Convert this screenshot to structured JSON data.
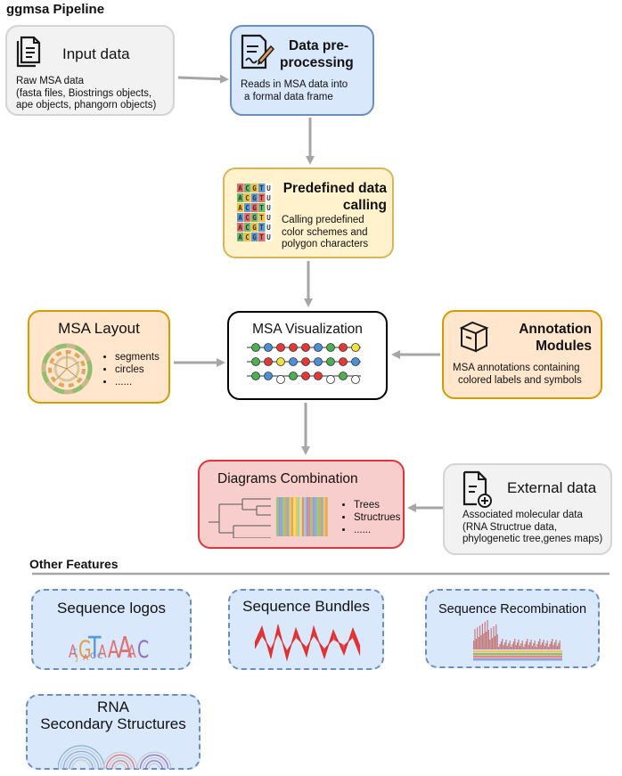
{
  "pipeline_title": "ggmsa Pipeline",
  "input": {
    "title": "Input data",
    "desc": [
      "Raw MSA data",
      "(fasta files, Biostrings objects,",
      "ape objects, phangorn objects)"
    ]
  },
  "preprocess": {
    "title": [
      "Data pre-",
      "processing"
    ],
    "desc": [
      "Reads in MSA data into",
      "a formal data frame"
    ]
  },
  "predefined": {
    "title": [
      "Predefined data",
      "calling"
    ],
    "desc": [
      "Calling predefined",
      "color schemes and",
      "polygon characters"
    ],
    "logo_rows": [
      "ACGTU",
      "ACGTU",
      "ACGTU",
      "ACGTU",
      "ACGTU",
      "ACGTU"
    ]
  },
  "layout": {
    "title": "MSA Layout",
    "items": [
      "segments",
      "circles",
      "......"
    ]
  },
  "visualization": {
    "title": "MSA Visualization"
  },
  "annotation": {
    "title": [
      "Annotation",
      "Modules"
    ],
    "desc": [
      "MSA annotations containing",
      "colored labels and symbols"
    ]
  },
  "combination": {
    "title": "Diagrams Combination",
    "items": [
      "Trees",
      "Structrues",
      "......"
    ]
  },
  "external": {
    "title": "External data",
    "desc": [
      "Associated molecular data",
      "(RNA Structrue data,",
      "phylogenetic tree,genes maps)"
    ]
  },
  "other_heading": "Other Features",
  "features": {
    "logos": {
      "title": "Sequence logos",
      "logo_text": "AGTAAAAC"
    },
    "bundles": {
      "title": "Sequence Bundles"
    },
    "recombination": {
      "title": "Sequence Recombination"
    },
    "rna": {
      "title": [
        "RNA",
        "Secondary Structures"
      ]
    }
  },
  "colors": {
    "arrow": "#a6a6a6",
    "node_green": "#4caf50",
    "node_blue": "#4a90d9",
    "node_red": "#e53935",
    "node_yellow": "#f0e040"
  }
}
